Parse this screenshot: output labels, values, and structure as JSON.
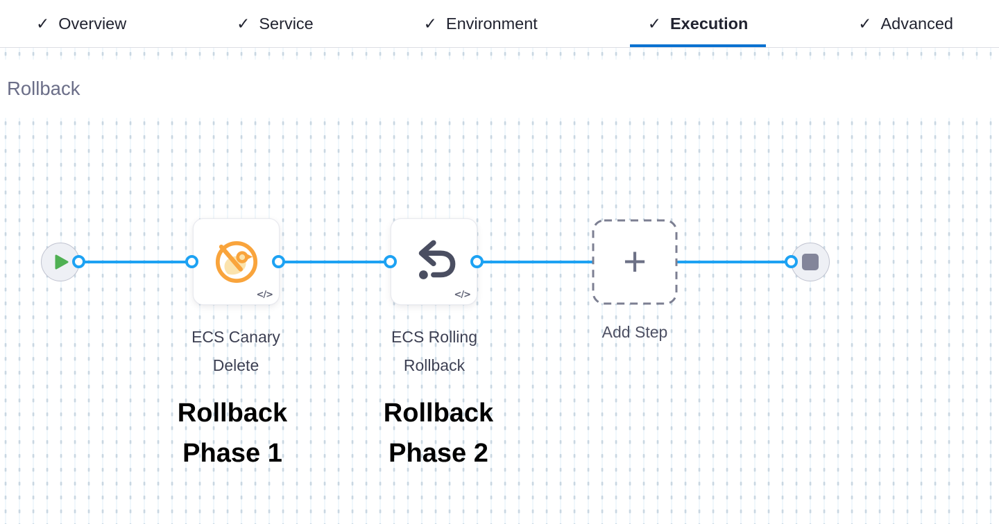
{
  "tabs": {
    "check_glyph": "✓",
    "items": [
      {
        "label": "Overview",
        "checked": true,
        "active": false
      },
      {
        "label": "Service",
        "checked": true,
        "active": false
      },
      {
        "label": "Environment",
        "checked": true,
        "active": false
      },
      {
        "label": "Execution",
        "checked": true,
        "active": true
      },
      {
        "label": "Advanced",
        "checked": true,
        "active": false
      }
    ]
  },
  "section": {
    "title": "Rollback"
  },
  "pipeline": {
    "start_node": "play-icon",
    "end_node": "stop-icon",
    "steps": [
      {
        "name": "ECS Canary Delete",
        "icon": "ecs-canary-delete-icon",
        "badge": "</>"
      },
      {
        "name": "ECS Rolling Rollback",
        "icon": "ecs-rolling-rollback-icon",
        "badge": "</>"
      }
    ],
    "add_step": {
      "label": "Add Step",
      "plus_glyph": "+"
    }
  },
  "annotations": [
    {
      "text": "Rollback Phase 1"
    },
    {
      "text": "Rollback Phase 2"
    }
  ],
  "colors": {
    "active_tab_blue": "#0b72d1",
    "connector_blue": "#1da2f3",
    "canary_orange": "#f9a43c",
    "canary_fill": "#fbe3ad",
    "play_green": "#4fb053",
    "icon_slate": "#4a4e61",
    "stop_gray": "#83859a",
    "heading_gray": "#6b6e88"
  }
}
